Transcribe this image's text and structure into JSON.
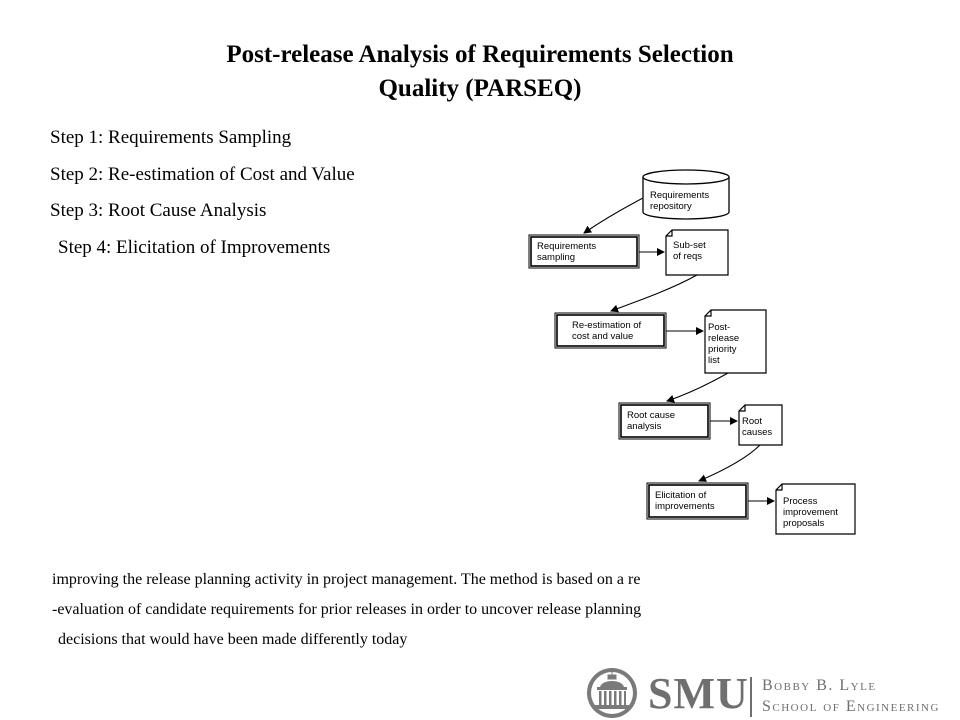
{
  "title": {
    "line1": "Post-release Analysis of Requirements Selection",
    "line2": "Quality (PARSEQ)"
  },
  "steps": [
    "Step 1: Requirements Sampling",
    "Step 2: Re-estimation of Cost and Value",
    "Step 3: Root Cause Analysis",
    "Step 4: Elicitation of Improvements"
  ],
  "diagram": {
    "repository": [
      "Requirements",
      "repository"
    ],
    "processes": [
      [
        "Requirements",
        "sampling"
      ],
      [
        "Re-estimation of",
        "cost and value"
      ],
      [
        "Root cause",
        "analysis"
      ],
      [
        "Elicitation of",
        "improvements"
      ]
    ],
    "documents": [
      [
        "Sub-set",
        "of reqs"
      ],
      [
        "Post-",
        "release",
        "priority",
        "list"
      ],
      [
        "Root",
        "causes"
      ],
      [
        "Process",
        "improvement",
        "proposals"
      ]
    ]
  },
  "description": [
    "improving the release planning  activity in project management. The method is based on a re",
    "-evaluation of candidate requirements for prior releases in order to uncover release planning",
    "decisions that would have been made differently today"
  ],
  "logo": {
    "name": "SMU",
    "line1": "Bobby B. Lyle",
    "line2": "School of Engineering",
    "icon": "dallas-hall-icon"
  }
}
